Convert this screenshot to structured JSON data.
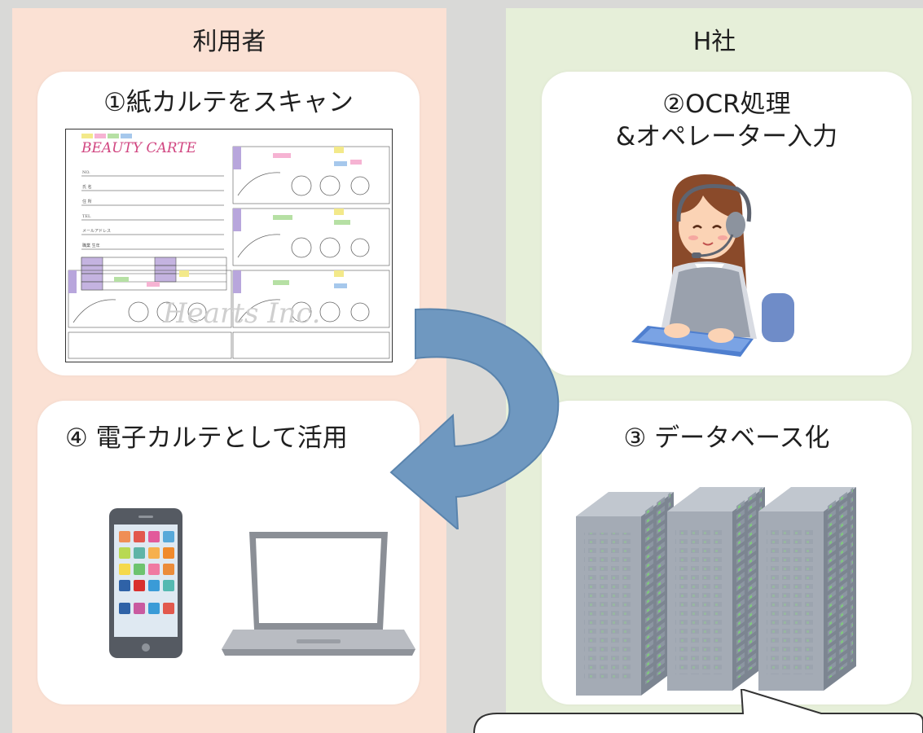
{
  "columns": {
    "user": {
      "title": "利用者"
    },
    "company": {
      "title": "H社"
    }
  },
  "steps": [
    {
      "label": "①紙カルテをスキャン"
    },
    {
      "label_line1": "②OCR処理",
      "label_line2": "&オペレーター入力"
    },
    {
      "label": "③ データベース化"
    },
    {
      "label": "④ 電子カルテとして活用"
    }
  ],
  "carte_form": {
    "heading": "BEAUTY CARTE",
    "watermark": "Hearts Inc."
  },
  "colors": {
    "user_bg": "#fbe1d4",
    "company_bg": "#e6efd9",
    "arrow": "#6f98c0",
    "card": "#ffffff"
  },
  "icons": [
    "scanned-form-image",
    "operator-illustration",
    "server-rack-icon",
    "smartphone-icon",
    "laptop-icon",
    "curved-arrow-icon",
    "speech-bubble-icon"
  ]
}
